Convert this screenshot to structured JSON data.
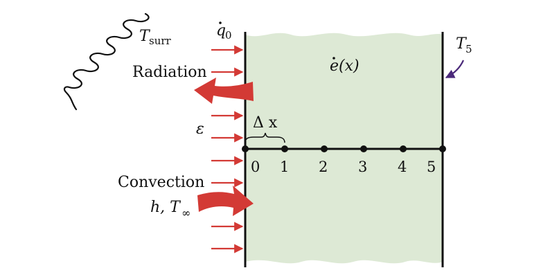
{
  "labels": {
    "t_surr_main": "T",
    "t_surr_sub": "surr",
    "q0_main": "q",
    "q0_sub": "0",
    "radiation": "Radiation",
    "epsilon": "ε",
    "convection": "Convection",
    "h_t_inf_main": "h, T",
    "h_t_inf_sub": "∞",
    "e_gen": "e(x)",
    "t5_main": "T",
    "t5_sub": "5",
    "delta_x": "Δ x"
  },
  "nodes": [
    "0",
    "1",
    "2",
    "3",
    "4",
    "5"
  ],
  "colors": {
    "slab_fill": "#dde9d5",
    "arrow_red": "#d33a35",
    "wall_line": "#111111",
    "pointer_purple": "#4b2a7a"
  }
}
